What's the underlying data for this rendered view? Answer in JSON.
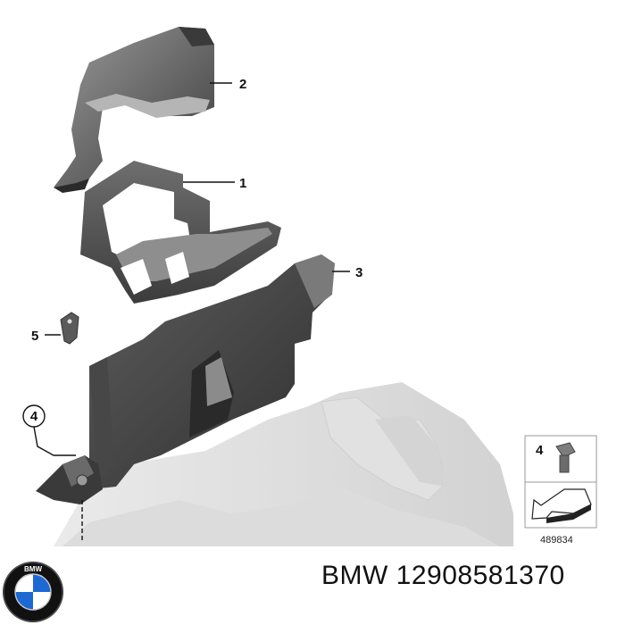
{
  "callouts": [
    {
      "number": "1"
    },
    {
      "number": "2"
    },
    {
      "number": "3"
    },
    {
      "number": "4"
    },
    {
      "number": "5"
    }
  ],
  "fastener_box": {
    "callout": "4",
    "diagram_code": "489834"
  },
  "caption": {
    "brand": "BMW",
    "part_number": "12908581370"
  },
  "logo": {
    "text": "BMW",
    "colors": {
      "blue": "#1c69d4",
      "black": "#111111",
      "white": "#ffffff"
    }
  }
}
